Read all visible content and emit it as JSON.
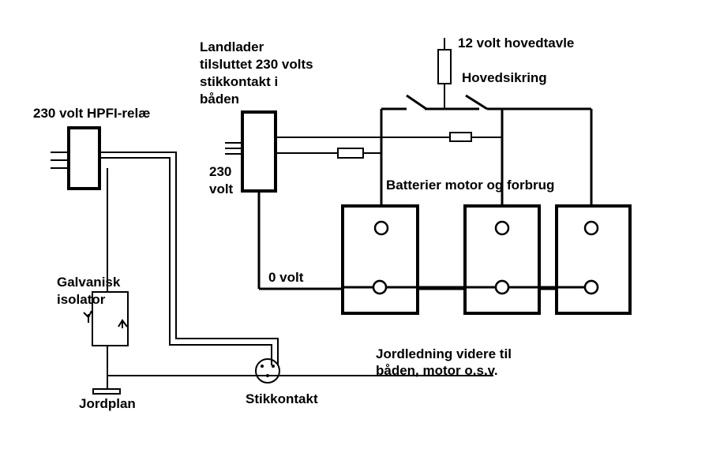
{
  "labels": {
    "main_panel": "12 volt hovedtavle",
    "main_fuse": "Hovedsikring",
    "charger_line1": "Landlader",
    "charger_line2": "tilsluttet 230 volts",
    "charger_line3": "stikkontakt i",
    "charger_line4": "båden",
    "rcd": "230 volt HPFI-relæ",
    "mains_volt_line1": "230",
    "mains_volt_line2": "volt",
    "batteries": "Batterier  motor  og forbrug",
    "zero_volt": "0 volt",
    "isolator_line1": "Galvanisk",
    "isolator_line2": "isolator",
    "ground_wire_line1": "Jordledning videre til",
    "ground_wire_line2": "båden, motor o.s.v.",
    "ground_plate": "Jordplan",
    "socket": "Stikkontakt"
  }
}
